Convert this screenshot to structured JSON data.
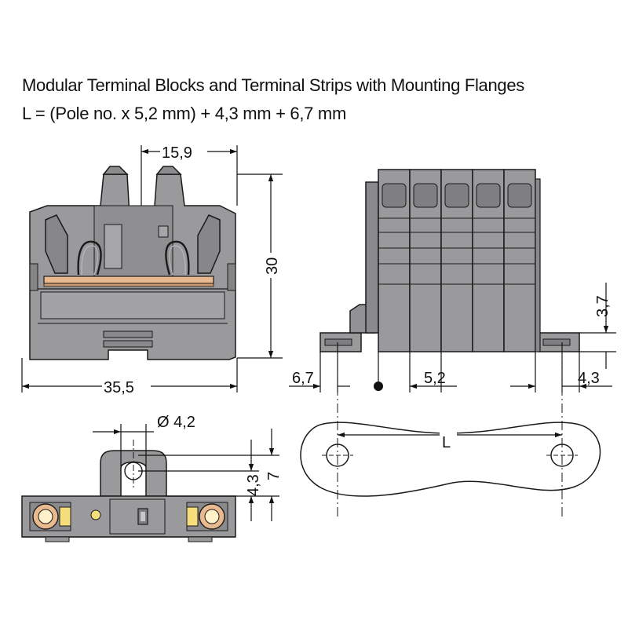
{
  "title": "Modular Terminal Blocks and Terminal Strips with Mounting Flanges",
  "formula": "L = (Pole no. x 5,2 mm) + 4,3 mm + 6,7 mm",
  "dimensions": {
    "top_width": "15,9",
    "height": "30",
    "overall_width": "35,5",
    "hole_diameter": "Ø 4,2",
    "offset_a": "4,3",
    "offset_b": "7",
    "flange_left": "6,7",
    "pitch": "5,2",
    "flange_right": "4,3",
    "flange_height": "3,7",
    "length": "L"
  },
  "colors": {
    "housing": "#9a9a9c",
    "housing_dark": "#7f7f82",
    "busbar": "#e9b98f",
    "outline": "#1a1a1a"
  }
}
